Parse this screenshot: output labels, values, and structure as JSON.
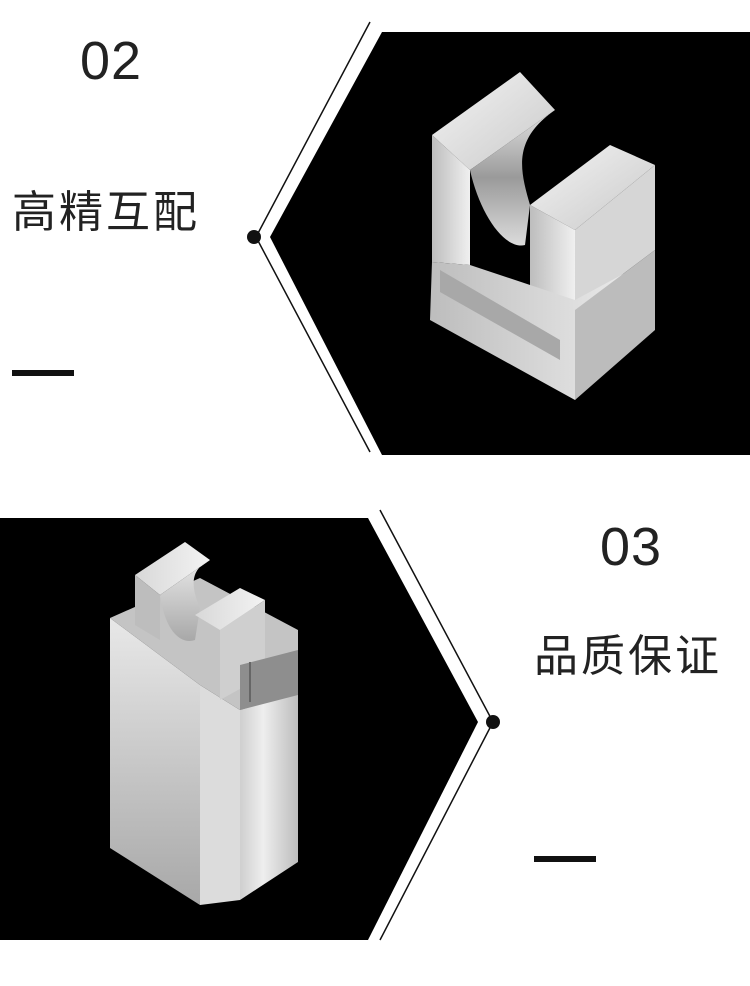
{
  "features": [
    {
      "number": "02",
      "title": "高精互配"
    },
    {
      "number": "03",
      "title": "品质保证"
    }
  ],
  "colors": {
    "panel": "#000000",
    "background": "#ffffff",
    "text": "#222222"
  }
}
